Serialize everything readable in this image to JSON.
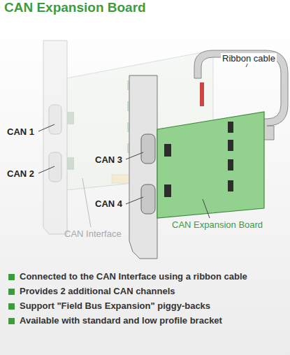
{
  "diagram": {
    "title": "CAN Expansion Board",
    "labels": [
      "Ribbon cable",
      "CAN 1",
      "CAN 2",
      "CAN 3",
      "CAN 4",
      "CAN Interface",
      "CAN Expansion Board",
      "Connected to the CAN Interface using a ribbon cable",
      "Provides 2 additional CAN channels",
      "Support \"Field Bus Expansion\" piggy-backs",
      "Available with standard and low profile bracket"
    ]
  }
}
